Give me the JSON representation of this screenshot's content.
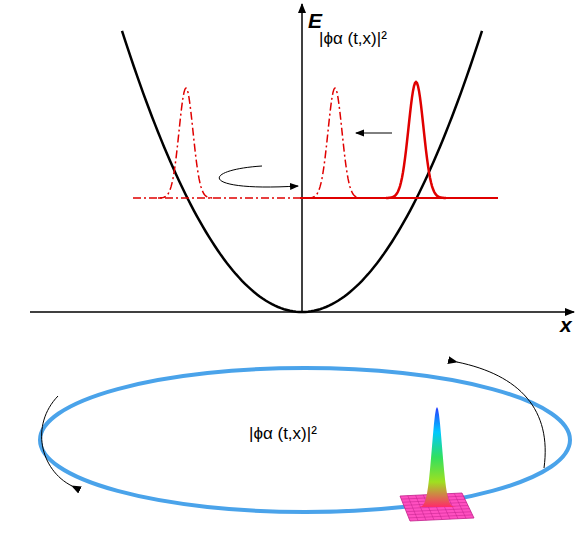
{
  "diagram": {
    "labels": [
      "E",
      "x",
      "|ϕα (t,x)|²",
      "|ϕα (t,x)|²"
    ]
  }
}
